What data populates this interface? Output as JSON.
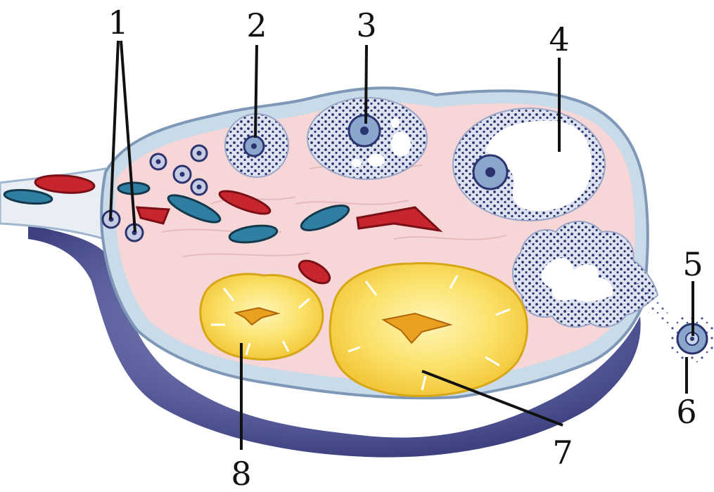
{
  "labels": {
    "l1": "1",
    "l2": "2",
    "l3": "3",
    "l4": "4",
    "l5": "5",
    "l6": "6",
    "l7": "7",
    "l8": "8"
  },
  "colors": {
    "background": "#ffffff",
    "capsule": "#5a5f9c",
    "capsule_shadow": "#3d4180",
    "tissue": "#f6d6d6",
    "membrane": "#c9dbe9",
    "follicle_granulosa": "#dde3ef",
    "follicle_dots": "#2c3470",
    "oocyte": "#8aa6cd",
    "antrum": "#ffffff",
    "vessel_red": "#c8262f",
    "vessel_blue": "#2f7fa3",
    "corpus_luteum": "#fbe16a",
    "corpus_luteum_core": "#e8a21f",
    "leader_line": "#111111"
  }
}
